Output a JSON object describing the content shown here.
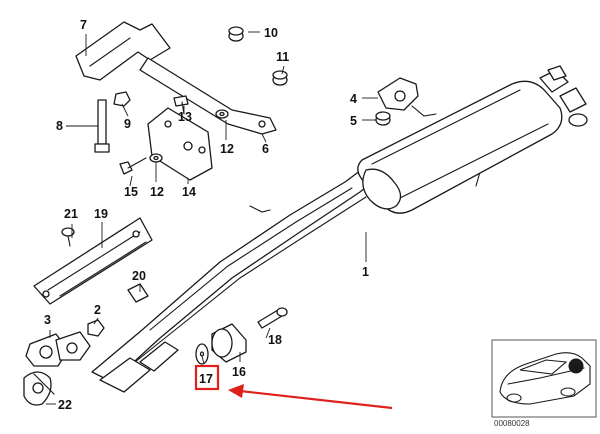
{
  "callouts": {
    "c1": "1",
    "c2": "2",
    "c3": "3",
    "c4": "4",
    "c5": "5",
    "c6": "6",
    "c7": "7",
    "c8": "8",
    "c9": "9",
    "c10": "10",
    "c11": "11",
    "c12a": "12",
    "c12b": "12",
    "c13": "13",
    "c14": "14",
    "c15": "15",
    "c16": "16",
    "c17": "17",
    "c18": "18",
    "c19": "19",
    "c20": "20",
    "c21": "21",
    "c22": "22"
  },
  "highlight": {
    "part": "17",
    "box_color": "#e0201b",
    "arrow_color": "#e0201b"
  },
  "inset": {
    "reference_code": "00080028"
  }
}
